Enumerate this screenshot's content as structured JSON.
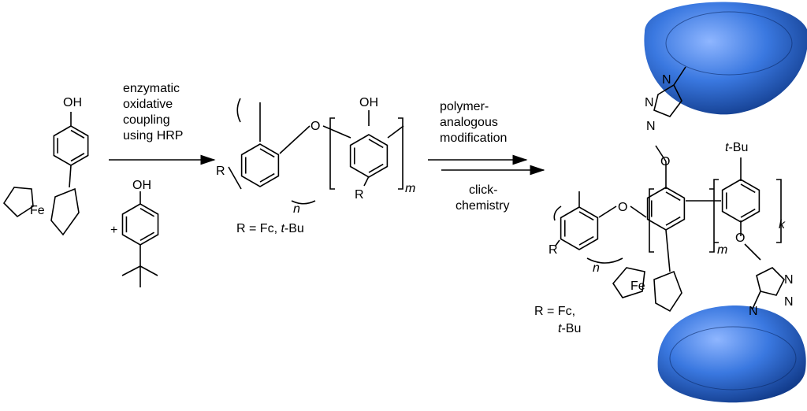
{
  "reactants": {
    "ferrocenylphenol": {
      "oh": "OH",
      "fe": "Fe"
    },
    "plus": "+",
    "tbutylphenol": {
      "oh": "OH"
    }
  },
  "step1": {
    "lines": [
      "enzymatic",
      "oxidative",
      "coupling",
      "using HRP"
    ]
  },
  "intermediate": {
    "oh": "OH",
    "o": "O",
    "r1": "R",
    "r2": "R",
    "n": "n",
    "m": "m",
    "r_def_prefix": "R = Fc, ",
    "r_def_tbu_t": "t",
    "r_def_tbu_rest": "-Bu"
  },
  "step2": {
    "above": [
      "polymer-",
      "analogous",
      "modification"
    ],
    "below": [
      "click-",
      "chemistry"
    ]
  },
  "product": {
    "n_labels": [
      "N",
      "N",
      "N",
      "N",
      "N",
      "N"
    ],
    "o": "O",
    "o_top": "O",
    "o_bottom": "O",
    "tbu_t": "t",
    "tbu_rest": "-Bu",
    "k": "k",
    "m": "m",
    "n": "n",
    "r": "R",
    "fe": "Fe",
    "r_def_line1": "R = Fc,",
    "r_def_line2_t": "t",
    "r_def_line2_rest": "-Bu",
    "cyclodextrin_color": "#3a78e0"
  }
}
